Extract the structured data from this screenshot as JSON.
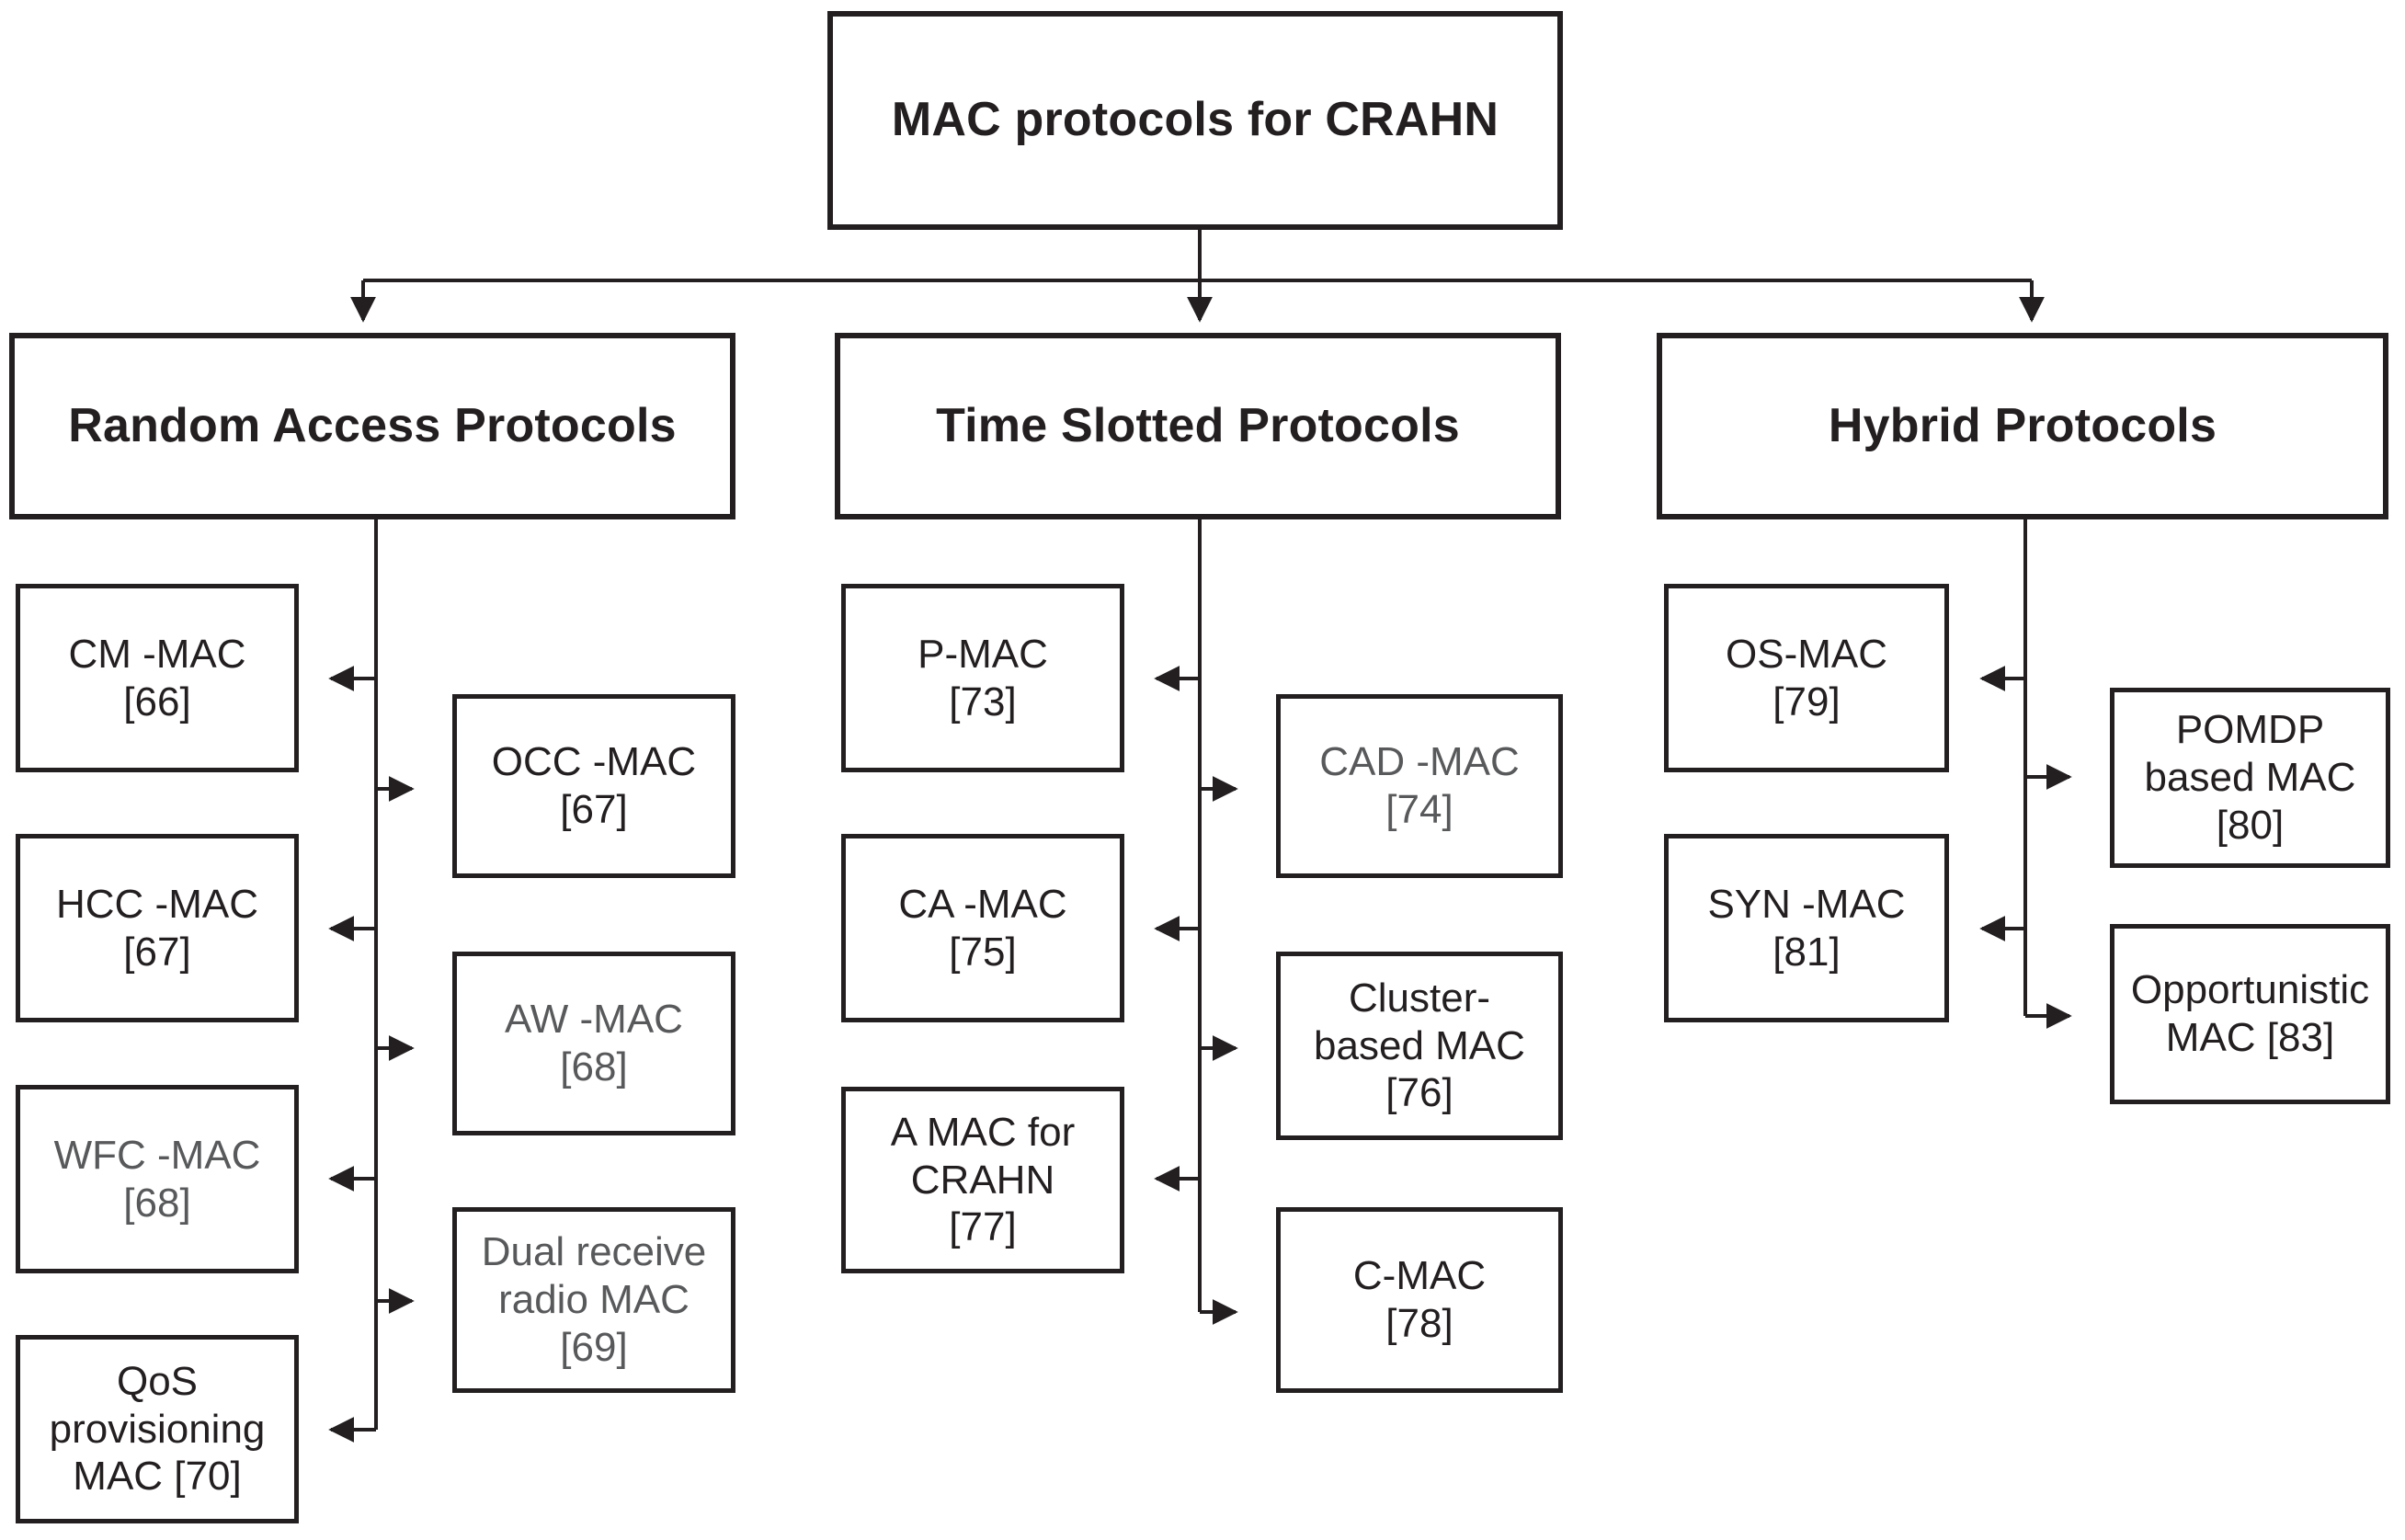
{
  "diagram": {
    "type": "tree",
    "title": "MAC protocols for CRAHN taxonomy",
    "colors": {
      "stroke": "#231f20",
      "text_black": "#231f20",
      "text_gray": "#58595b",
      "background": "#ffffff"
    },
    "root": {
      "label": "MAC protocols for CRAHN"
    },
    "categories": [
      {
        "id": "random-access",
        "label": "Random  Access Protocols"
      },
      {
        "id": "time-slotted",
        "label": "Time Slotted Protocols"
      },
      {
        "id": "hybrid",
        "label": "Hybrid Protocols"
      }
    ],
    "leaves": {
      "random_access_left": [
        {
          "label": "CM -MAC\n[66]",
          "color": "black"
        },
        {
          "label": "HCC  -MAC\n[67]",
          "color": "black"
        },
        {
          "label": "WFC  -MAC\n[68]",
          "color": "gray"
        },
        {
          "label": "QoS\nprovisioning\nMAC  [70]",
          "color": "black"
        }
      ],
      "random_access_right": [
        {
          "label": "OCC  -MAC\n[67]",
          "color": "black"
        },
        {
          "label": "AW -MAC\n[68]",
          "color": "gray"
        },
        {
          "label": "Dual receive\nradio MAC\n[69]",
          "color": "gray"
        }
      ],
      "time_slotted_left": [
        {
          "label": "P-MAC\n[73]",
          "color": "black"
        },
        {
          "label": "CA -MAC\n[75]",
          "color": "black"
        },
        {
          "label": "A MAC   for\nCRAHN\n[77]",
          "color": "black"
        }
      ],
      "time_slotted_right": [
        {
          "label": "CAD  -MAC\n[74]",
          "color": "gray"
        },
        {
          "label": "Cluster-\nbased MAC\n[76]",
          "color": "black"
        },
        {
          "label": "C-MAC\n[78]",
          "color": "black"
        }
      ],
      "hybrid_left": [
        {
          "label": "OS-MAC\n[79]",
          "color": "black"
        },
        {
          "label": "SYN  -MAC\n[81]",
          "color": "black"
        }
      ],
      "hybrid_right": [
        {
          "label": "POMDP\nbased MAC\n[80]",
          "color": "black"
        },
        {
          "label": "Opportunistic\nMAC  [83]",
          "color": "black"
        }
      ]
    }
  }
}
